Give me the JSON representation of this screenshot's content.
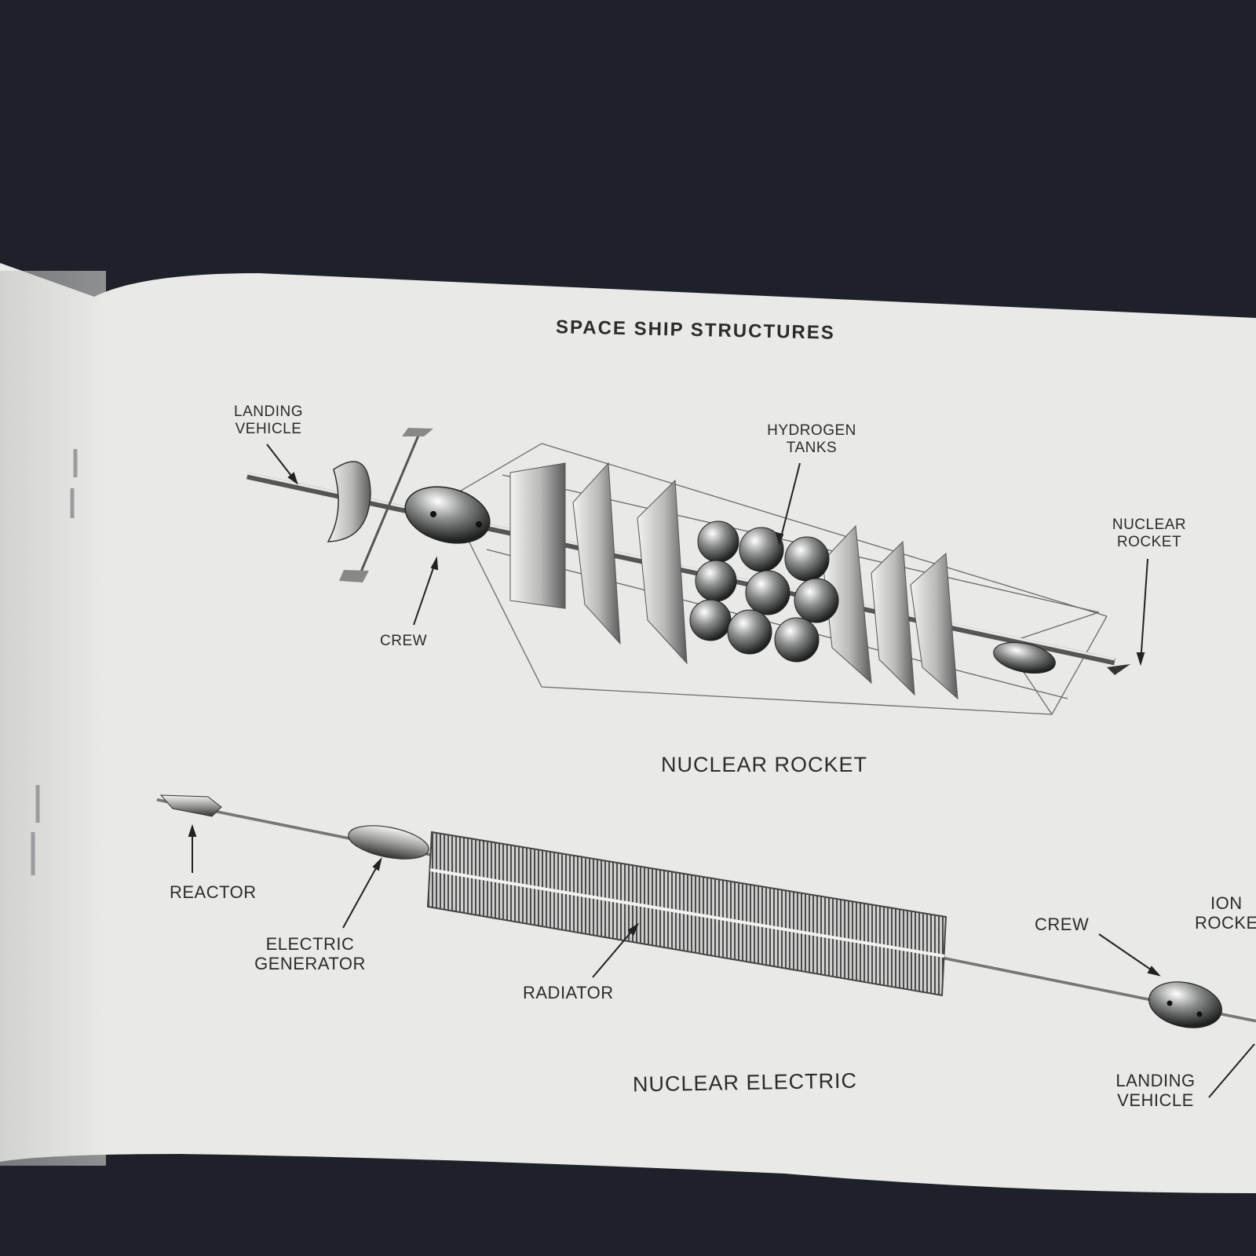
{
  "page": {
    "title": "SPACE SHIP STRUCTURES"
  },
  "nuclear_rocket": {
    "caption": "NUCLEAR ROCKET",
    "labels": {
      "landing_vehicle": [
        "LANDING",
        "VEHICLE"
      ],
      "hydrogen_tanks": [
        "HYDROGEN",
        "TANKS"
      ],
      "nuclear_rocket": [
        "NUCLEAR",
        "ROCKET"
      ],
      "crew": "CREW"
    }
  },
  "nuclear_electric": {
    "caption": "NUCLEAR ELECTRIC",
    "labels": {
      "reactor": "REACTOR",
      "electric_generator": [
        "ELECTRIC",
        "GENERATOR"
      ],
      "radiator": "RADIATOR",
      "crew": "CREW",
      "ion_rocket": [
        "ION",
        "ROCKET"
      ],
      "landing_vehicle": [
        "LANDING",
        "VEHICLE"
      ]
    }
  },
  "colors": {
    "background": "#1e2129",
    "paper": "#e9eae7",
    "ink": "#2b2b2b"
  }
}
